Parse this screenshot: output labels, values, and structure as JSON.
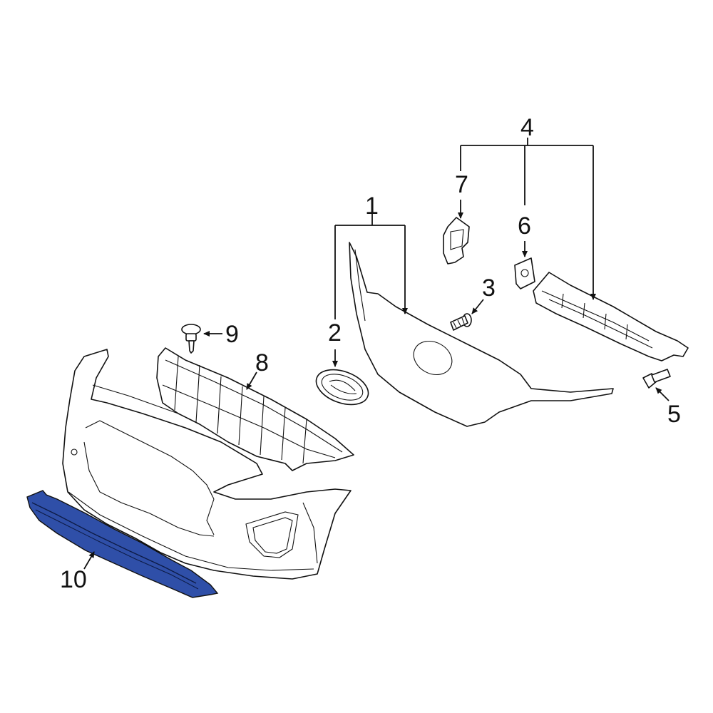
{
  "diagram": {
    "highlight_color": "#2f4fa8",
    "line_color": "#111111",
    "background": "#ffffff",
    "callouts": [
      {
        "id": "1",
        "label": "1"
      },
      {
        "id": "2",
        "label": "2"
      },
      {
        "id": "3",
        "label": "3"
      },
      {
        "id": "4",
        "label": "4"
      },
      {
        "id": "5",
        "label": "5"
      },
      {
        "id": "6",
        "label": "6"
      },
      {
        "id": "7",
        "label": "7"
      },
      {
        "id": "8",
        "label": "8"
      },
      {
        "id": "9",
        "label": "9"
      },
      {
        "id": "10",
        "label": "10"
      }
    ],
    "parts": [
      {
        "name": "grille-cover",
        "callout": "1"
      },
      {
        "name": "emblem",
        "callout": "2"
      },
      {
        "name": "screw",
        "callout": "3"
      },
      {
        "name": "bracket-assembly",
        "callout": "4"
      },
      {
        "name": "bolt",
        "callout": "5"
      },
      {
        "name": "small-bracket",
        "callout": "6"
      },
      {
        "name": "clip-bracket",
        "callout": "7"
      },
      {
        "name": "grille-reinforcement",
        "callout": "8"
      },
      {
        "name": "push-clip",
        "callout": "9"
      },
      {
        "name": "lower-trim-strip",
        "callout": "10",
        "highlighted": true
      }
    ]
  }
}
